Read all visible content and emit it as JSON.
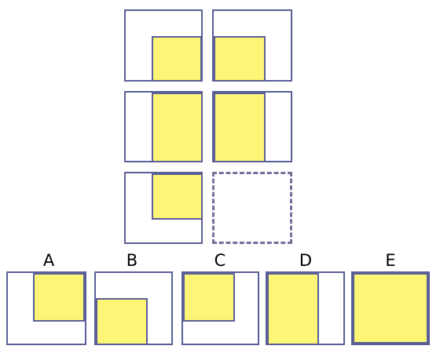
{
  "colors": {
    "frame": "#5a5f98",
    "fill": "#fdf576",
    "placeholder": "#6f7399"
  },
  "puzzle": {
    "rows": 3,
    "cols": 2,
    "missing_cell": "row3-col2"
  },
  "options": [
    {
      "label": "A"
    },
    {
      "label": "B"
    },
    {
      "label": "C"
    },
    {
      "label": "D"
    },
    {
      "label": "E"
    }
  ]
}
